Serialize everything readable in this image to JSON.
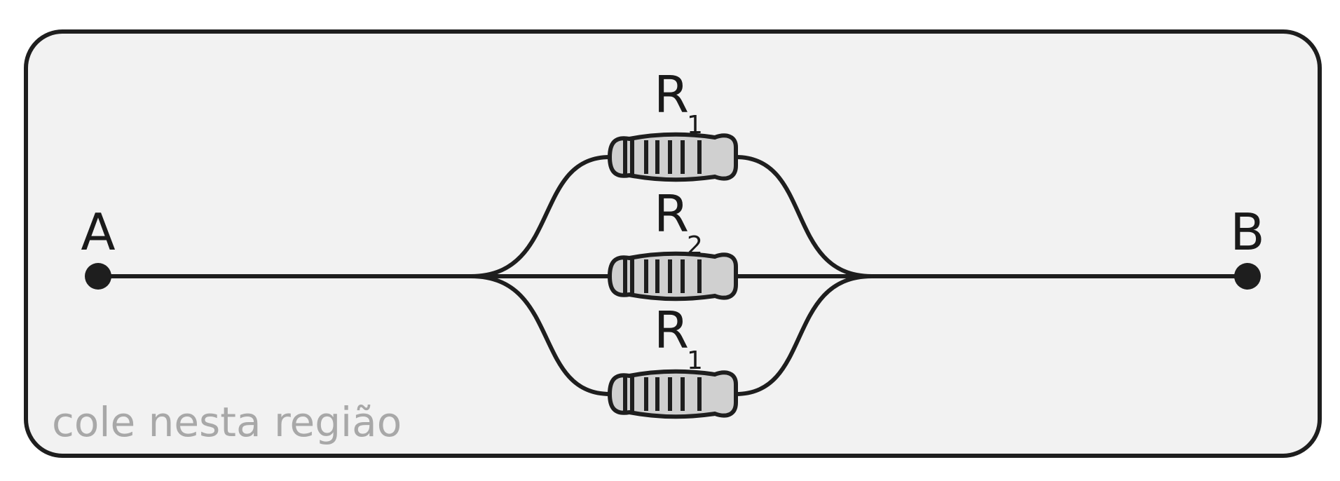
{
  "terminals": {
    "a": "A",
    "b": "B"
  },
  "resistors": [
    {
      "letter": "R",
      "sub": "1"
    },
    {
      "letter": "R",
      "sub": "2"
    },
    {
      "letter": "R",
      "sub": "1"
    }
  ],
  "hint": "cole nesta região",
  "colors": {
    "panel": "#f2f2f2",
    "stroke": "#1e1e1e",
    "resistor_body": "#d0d0d0",
    "hint_text": "#a8a8a8"
  }
}
